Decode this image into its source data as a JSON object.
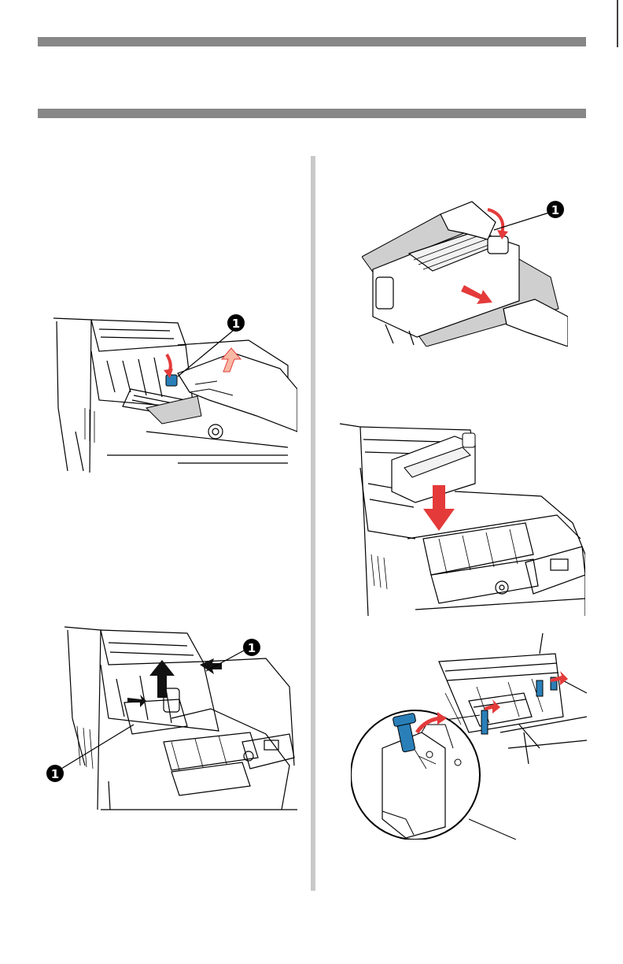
{
  "page": {
    "header_band_text": "",
    "callout_marker": "1"
  },
  "colors": {
    "rule": "#878787",
    "divider": "#c9c9c9",
    "arrow_red": "#e43a3a",
    "lever_blue": "#2a7fb8",
    "paper_gray": "#cfcfcf"
  },
  "figures": [
    {
      "id": "fig-open-fuser-lever",
      "icons": [
        "printer-icon",
        "hand-icon",
        "lever-icon",
        "lift-arrow-icon"
      ]
    },
    {
      "id": "fig-remove-fuser",
      "icons": [
        "fuser-icon",
        "drum-icon",
        "lift-arrow-icon"
      ]
    },
    {
      "id": "fig-pull-jammed-paper",
      "icons": [
        "fuser-icon",
        "paper-icon",
        "hand-icon",
        "pull-arrow-icon"
      ]
    },
    {
      "id": "fig-reinstall-fuser",
      "icons": [
        "printer-icon",
        "fuser-icon",
        "down-arrow-icon"
      ]
    },
    {
      "id": "fig-lock-levers",
      "icons": [
        "printer-icon",
        "lever-icon",
        "magnifier-icon"
      ]
    }
  ]
}
